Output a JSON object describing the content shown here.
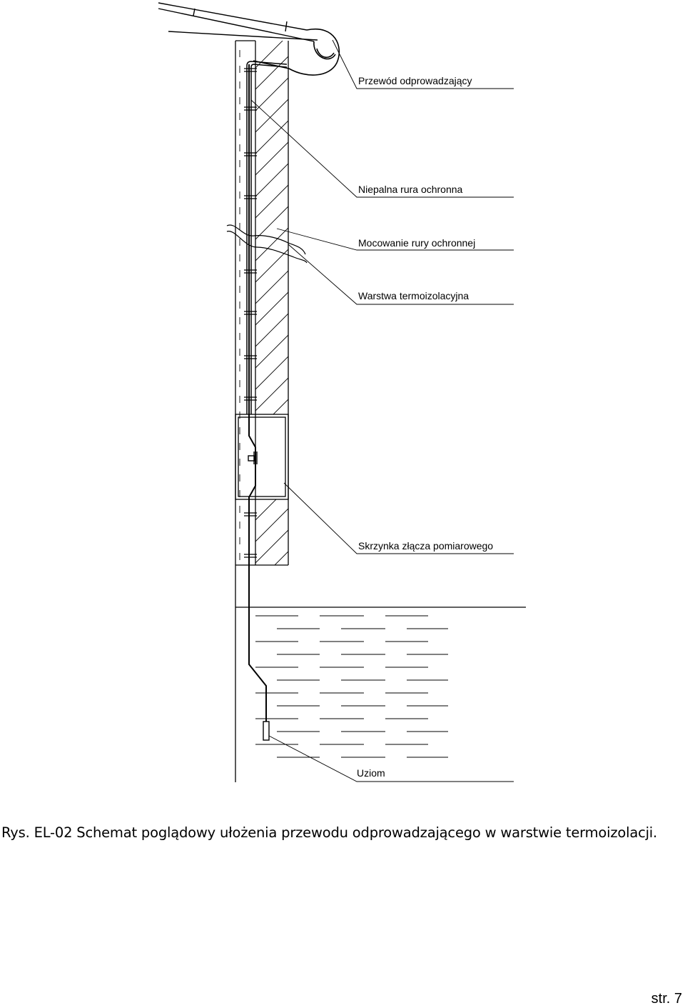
{
  "labels": {
    "downconductor": "Przewód odprowadzający",
    "protective_pipe": "Niepalna rura ochronna",
    "pipe_mounting": "Mocowanie rury ochronnej",
    "insulation_layer": "Warstwa termoizolacyjna",
    "measurement_box": "Skrzynka złącza pomiarowego",
    "earth_electrode": "Uziom"
  },
  "caption": "Rys. EL-02 Schemat poglądowy ułożenia przewodu odprowadzającego w warstwie termoizolacji.",
  "page_number": "str. 7"
}
